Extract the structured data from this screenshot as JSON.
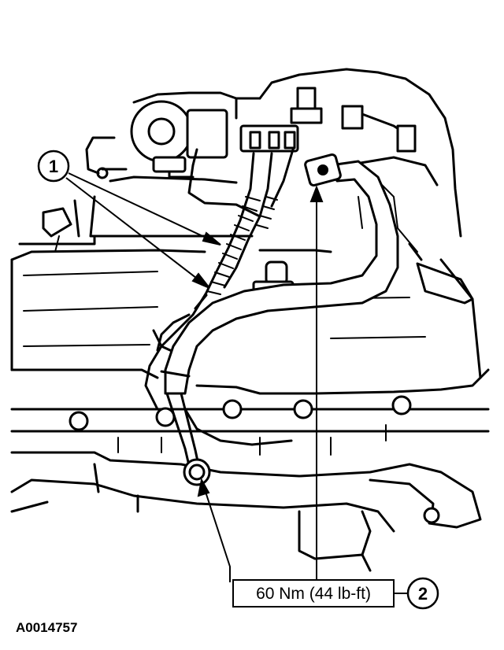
{
  "callouts": [
    {
      "id": "callout-1",
      "number": "1"
    },
    {
      "id": "callout-2",
      "number": "2"
    }
  ],
  "torque_spec": "60 Nm (44 lb-ft)",
  "figure_id": "A0014757"
}
